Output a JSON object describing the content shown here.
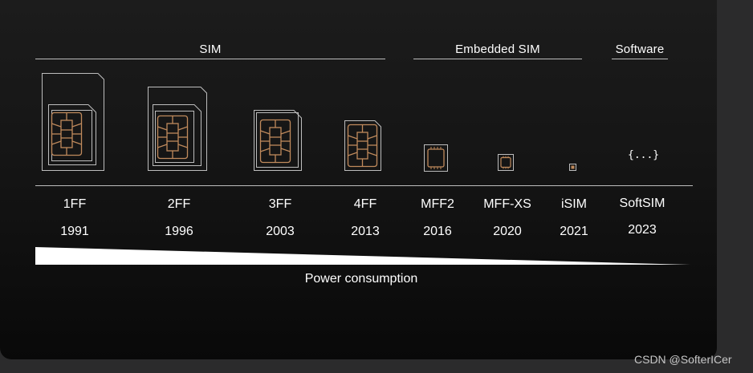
{
  "groups": {
    "sim": "SIM",
    "embedded": "Embedded SIM",
    "software": "Software"
  },
  "items": [
    {
      "label": "1FF",
      "year": "1991",
      "icon": "sim-card-icon"
    },
    {
      "label": "2FF",
      "year": "1996",
      "icon": "sim-card-icon"
    },
    {
      "label": "3FF",
      "year": "2003",
      "icon": "sim-card-icon"
    },
    {
      "label": "4FF",
      "year": "2013",
      "icon": "sim-card-icon"
    },
    {
      "label": "MFF2",
      "year": "2016",
      "icon": "embedded-chip-icon"
    },
    {
      "label": "MFF-XS",
      "year": "2020",
      "icon": "embedded-chip-icon"
    },
    {
      "label": "iSIM",
      "year": "2021",
      "icon": "integrated-chip-icon"
    },
    {
      "label": "SoftSIM",
      "year": "2023",
      "icon": "code-braces-icon"
    }
  ],
  "softsim_glyph": "{...}",
  "power_label": "Power consumption",
  "watermark": "CSDN @SofterICer",
  "colors": {
    "background": "#151515",
    "line": "#bdbdbd",
    "chip": "#c08a5c",
    "text": "#ffffff"
  }
}
